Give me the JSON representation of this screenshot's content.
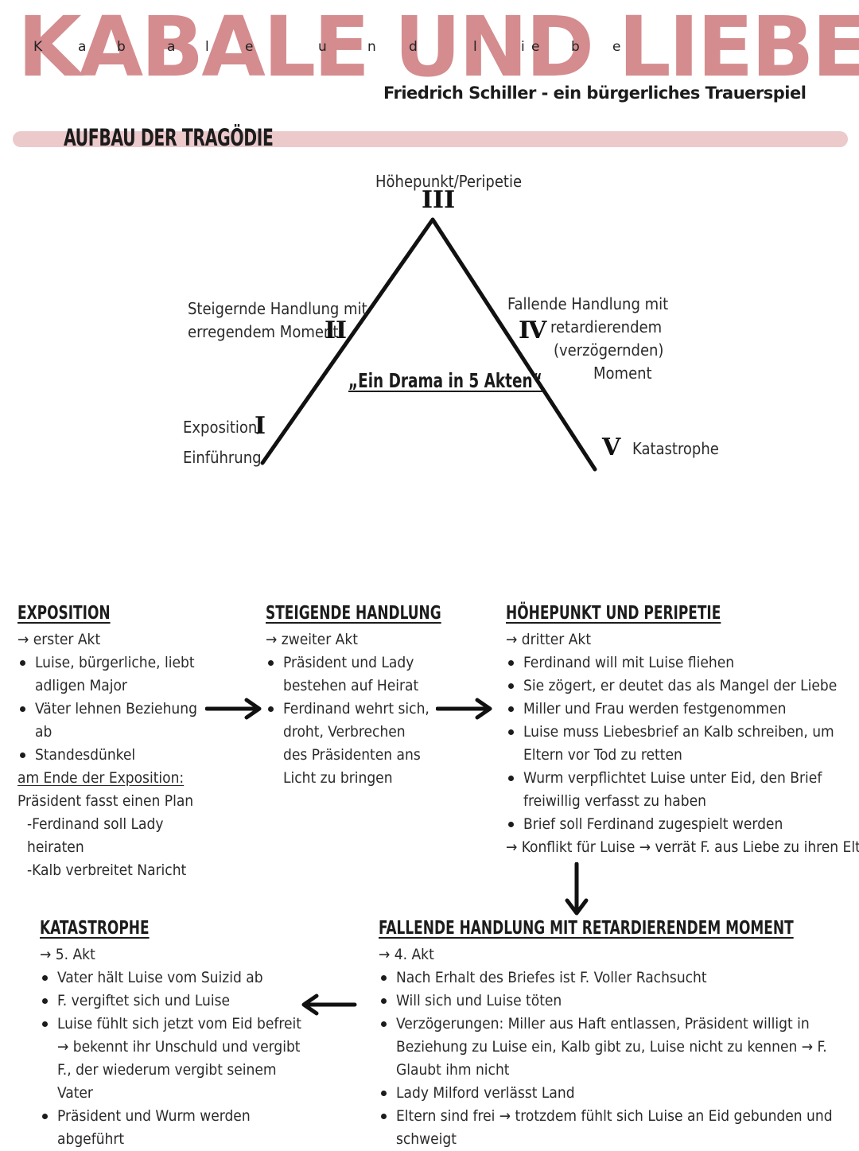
{
  "header": {
    "title": "KABALE UND LIEBE",
    "spelled_letters": [
      "K",
      "a",
      "b",
      "a",
      "l",
      "e",
      "u",
      "n",
      "d",
      "l",
      "i",
      "e",
      "b",
      "e"
    ],
    "subtitle": "Friedrich Schiller - ein bürgerliches Trauerspiel",
    "section_title": "AUFBAU DER TRAGÖDIE",
    "accent_color": "#d48c8f",
    "bar_color": "#ecc9cb"
  },
  "diagram": {
    "center_title": "„Ein Drama in 5 Akten“",
    "peak": {
      "roman": "III",
      "label": "Höhepunkt/Peripetie"
    },
    "act1": {
      "roman": "I",
      "label_1": "Exposition/",
      "label_2": "Einführung"
    },
    "act2": {
      "roman": "II",
      "label_1": "Steigernde Handlung mit",
      "label_2": "erregendem Moment"
    },
    "act4": {
      "roman": "IV",
      "label_1": "Fallende Handlung mit",
      "label_2": "retardierendem",
      "label_3": "(verzögernden)",
      "label_4": "Moment"
    },
    "act5": {
      "roman": "V",
      "label": "Katastrophe"
    }
  },
  "exposition": {
    "heading": "EXPOSITION",
    "act": "→ erster Akt",
    "bullets": [
      "Luise, bürgerliche, liebt adligen Major",
      "Väter lehnen Beziehung ab",
      "Standesdünkel"
    ],
    "end_label": "am Ende der Exposition:",
    "plan": "Präsident fasst einen Plan",
    "sub_1": "-Ferdinand soll Lady heiraten",
    "sub_2": "-Kalb verbreitet Naricht"
  },
  "steigende": {
    "heading": "STEIGENDE HANDLUNG",
    "act": "→ zweiter Akt",
    "bullets": [
      "Präsident und Lady bestehen auf Heirat",
      "Ferdinand wehrt sich, droht, Verbrechen des Präsidenten ans Licht zu bringen"
    ]
  },
  "hoehepunkt": {
    "heading": "HÖHEPUNKT UND PERIPETIE",
    "act": "→ dritter Akt",
    "bullets": [
      "Ferdinand will mit Luise fliehen",
      "Sie zögert, er deutet das als Mangel der Liebe",
      "Miller und Frau werden festgenommen",
      "Luise muss Liebesbrief an Kalb schreiben, um Eltern vor Tod zu retten",
      "Wurm verpflichtet Luise unter Eid, den Brief freiwillig verfasst zu haben",
      "Brief soll Ferdinand zugespielt werden"
    ],
    "conclusion": "→ Konflikt für Luise → verrät F. aus Liebe zu ihren Eltern"
  },
  "fallende": {
    "heading": "FALLENDE HANDLUNG MIT RETARDIERENDEM MOMENT",
    "act": "→ 4. Akt",
    "bullets": [
      "Nach Erhalt des Briefes ist F. Voller Rachsucht",
      "Will sich und Luise töten",
      "Verzögerungen: Miller aus Haft entlassen, Präsident willigt in Beziehung zu Luise ein, Kalb gibt zu, Luise nicht zu kennen → F. Glaubt ihm nicht",
      "Lady Milford verlässt Land",
      "Eltern sind frei → trotzdem fühlt sich Luise an Eid gebunden und schweigt"
    ]
  },
  "katastrophe": {
    "heading": "KATASTROPHE",
    "act": "→ 5. Akt",
    "bullets": [
      "Vater hält Luise vom Suizid ab",
      "F. vergiftet sich und Luise",
      "Luise fühlt sich jetzt vom Eid befreit → bekennt ihr Unschuld und vergibt F., der wiederum vergibt seinem Vater",
      "Präsident und Wurm werden abgeführt"
    ]
  }
}
